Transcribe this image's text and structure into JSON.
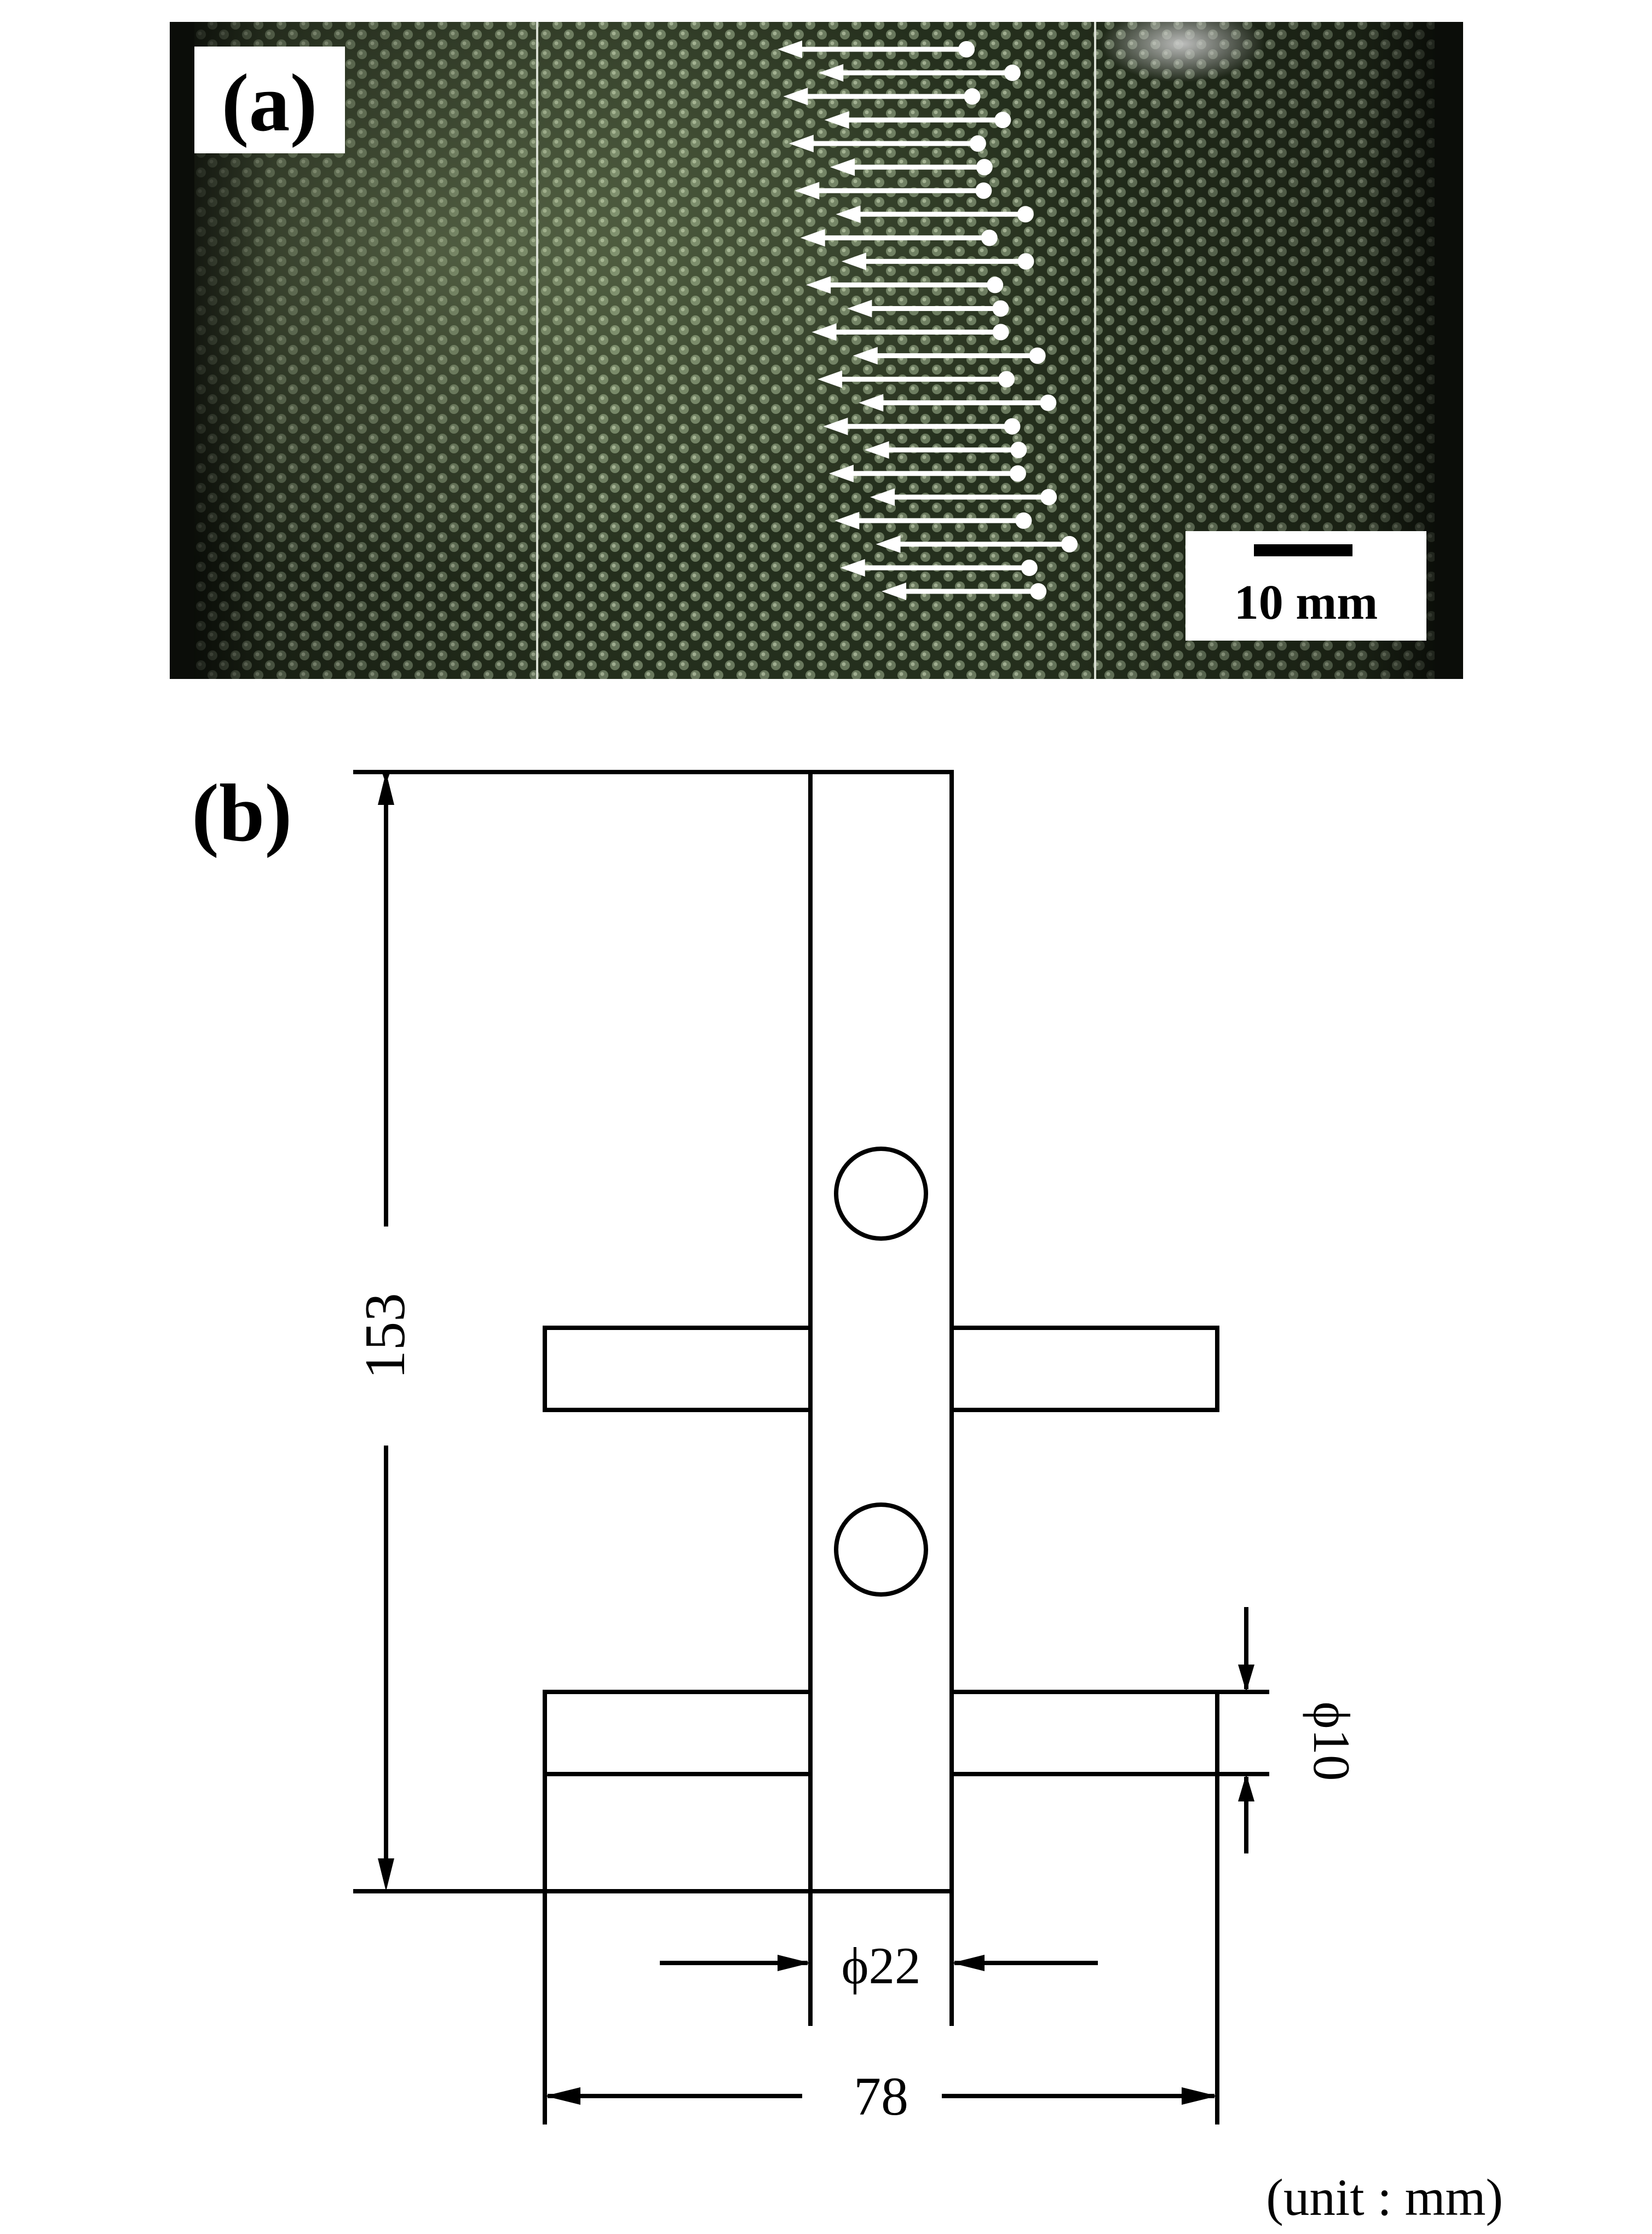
{
  "panel_a": {
    "label": "(a)",
    "scale_bar_text": "10 mm",
    "colors": {
      "background": "#27331f",
      "beads": "#6c7c60",
      "highlight": "#b8c5a8",
      "edge": "#0b0d09",
      "arrows": "#ffffff"
    },
    "arrow_count": 24
  },
  "panel_b": {
    "label": "(b)",
    "dims": {
      "height": "153",
      "shaft_diameter": "ϕ22",
      "pin_diameter": "ϕ10",
      "width": "78"
    },
    "unit_note": "(unit : mm)"
  }
}
